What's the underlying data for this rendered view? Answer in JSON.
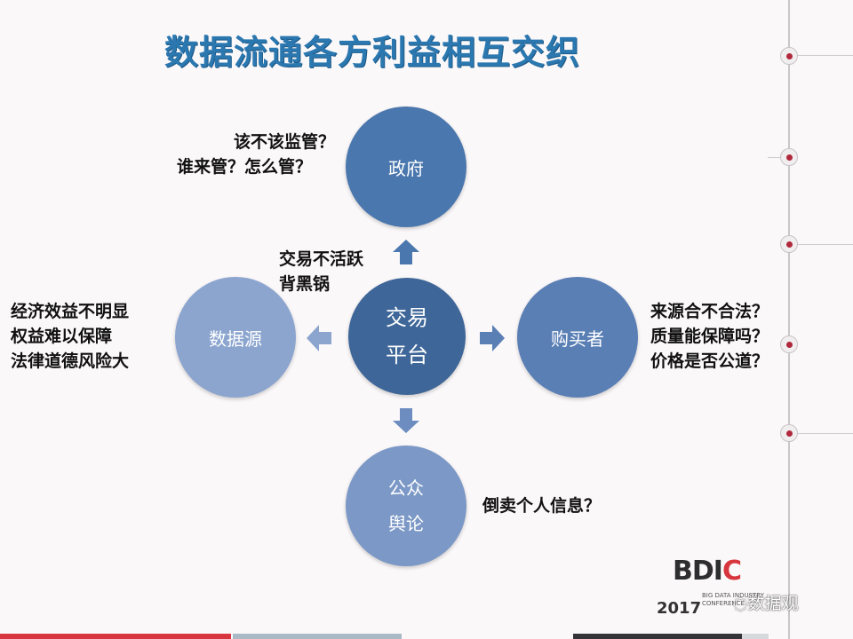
{
  "title": "数据流通各方利益相互交织",
  "nodes": {
    "government": "政府",
    "platform": [
      "交易",
      "平台"
    ],
    "data_source": "数据源",
    "buyer": "购买者",
    "public": [
      "公众",
      "舆论"
    ]
  },
  "notes": {
    "government": [
      "该不该监管？",
      "谁来管？怎么管？"
    ],
    "platform": [
      "交易不活跃",
      "背黑锅"
    ],
    "data_source": [
      "经济效益不明显",
      "权益难以保障",
      "法律道德风险大"
    ],
    "buyer": [
      "来源合不合法？",
      "质量能保障吗？",
      "价格是否公道？"
    ],
    "public": [
      "倒卖个人信息？"
    ]
  },
  "logo": {
    "text": "BDIC",
    "year": "2017",
    "subtitle": [
      "BIG DATA INDUSTRY",
      "CONFERENCE"
    ]
  },
  "watermark": "数据观",
  "colors": {
    "title": "#2b78b0",
    "platform": "#3e6698",
    "government": "#4a77ad",
    "buyer": "#5a7fb5",
    "data_source": "#8ba5cf",
    "public": "#7b98c6",
    "accent_red": "#d8363e"
  }
}
